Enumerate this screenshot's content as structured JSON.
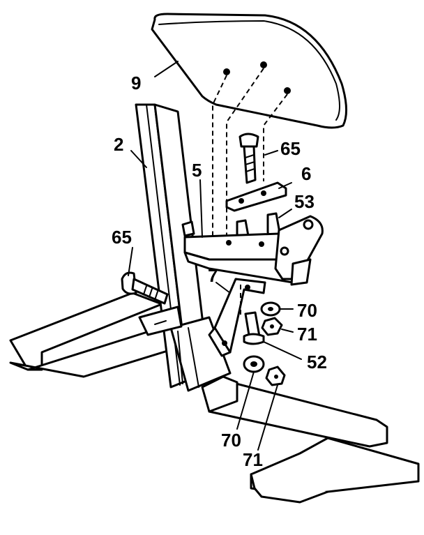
{
  "labels": {
    "seat_pad": "9",
    "upright_post": "2",
    "bolt_top": "65",
    "bracket_support": "5",
    "plate": "6",
    "bolt_53": "53",
    "bolt_side": "65",
    "lower_brace": "7",
    "washer_right": "70",
    "nut_right": "71",
    "bolt_52": "52",
    "washer_bottom": "70",
    "nut_bottom": "71"
  }
}
